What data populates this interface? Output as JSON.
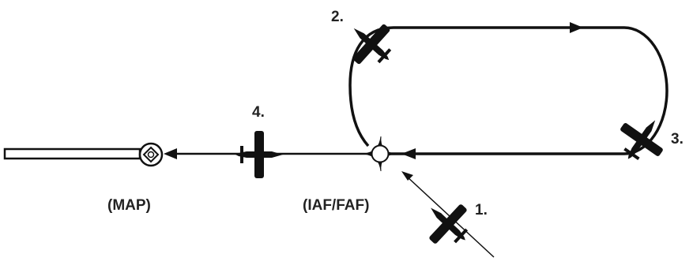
{
  "colors": {
    "line": "#111111",
    "label": "#222222",
    "background": "#ffffff"
  },
  "labels": {
    "pos1": "1.",
    "pos2": "2.",
    "pos3": "3.",
    "pos4": "4.",
    "map_fix": "(MAP)",
    "iaf_faf_fix": "(IAF/FAF)"
  },
  "icons": {
    "aircraft": "aircraft-icon",
    "fix_waypoint": "fly-over-waypoint-icon",
    "map_waypoint": "missed-approach-point-icon",
    "runway": "runway-icon",
    "arrow": "direction-arrow-icon"
  }
}
